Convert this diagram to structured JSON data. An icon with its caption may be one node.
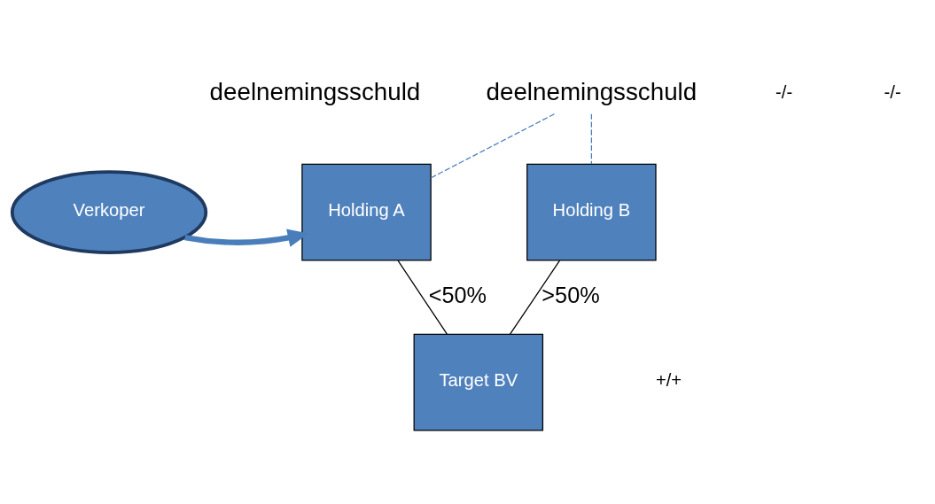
{
  "diagram": {
    "nodes": [
      {
        "text": [
          "Verkoper"
        ]
      },
      {
        "text": [
          "Holding A"
        ]
      },
      {
        "text": [
          "Holding B"
        ]
      },
      {
        "text": [
          "Target BV"
        ]
      },
      {
        "text": [
          "deelnemingsschuld"
        ]
      }
    ],
    "edges": [
      {
        "from": 0,
        "to": 1,
        "arrow": "to",
        "style": "thick",
        "color": "#4a7ebb"
      },
      {
        "from": 1,
        "to": 3,
        "arrow": "none",
        "label": "<50%",
        "color": "#000000"
      },
      {
        "from": 2,
        "to": 3,
        "arrow": "none",
        "label": ">50%",
        "color": "#000000"
      },
      {
        "from": 4,
        "to": 1,
        "arrow": "none",
        "style": "dashed",
        "color": "#4a7ebb"
      },
      {
        "from": 4,
        "to": 2,
        "arrow": "none",
        "style": "dashed",
        "color": "#4a7ebb"
      }
    ],
    "labels": [
      "deelnemingsschuld",
      "-/-",
      "-/-",
      "+/+"
    ]
  }
}
